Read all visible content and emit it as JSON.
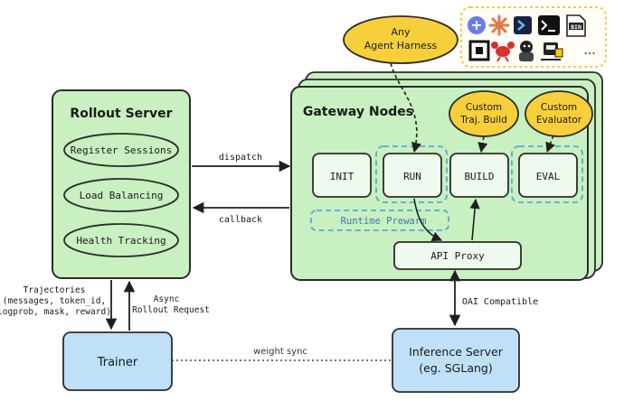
{
  "rollout_server": {
    "title": "Rollout Server",
    "items": [
      "Register Sessions",
      "Load Balancing",
      "Health Tracking"
    ]
  },
  "gateway": {
    "title": "Gateway Nodes",
    "stages": [
      "INIT",
      "RUN",
      "BUILD",
      "EVAL"
    ],
    "prewarm": "Runtime Prewarm",
    "api_proxy": "API Proxy"
  },
  "custom": {
    "agent_harness": [
      "Any",
      "Agent Harness"
    ],
    "traj_build": [
      "Custom",
      "Traj. Build"
    ],
    "evaluator": [
      "Custom",
      "Evaluator"
    ]
  },
  "edges": {
    "dispatch": "dispatch",
    "callback": "callback",
    "trajectories": [
      "Trajectories",
      "(messages, token_id,",
      "logprob, mask, reward)"
    ],
    "async_rollout": [
      "Async",
      "Rollout Request"
    ],
    "oai_compatible": "OAI Compatible",
    "weight_sync": "weight sync"
  },
  "trainer": {
    "label": "Trainer"
  },
  "inference": {
    "label": [
      "Inference Server",
      "(eg. SGLang)"
    ]
  },
  "harness_icons": {
    "names": [
      "cursor-icon",
      "claude-icon",
      "vscode-icon",
      "terminal-icon",
      "bin-icon",
      "box-icon",
      "lobster-icon",
      "avatar-icon",
      "robot-icon"
    ],
    "more": "..."
  },
  "colors": {
    "green": "#c8f0c0",
    "green_border": "#2c2c2c",
    "blue": "#bfe0f7",
    "yellow": "#f7cf3a",
    "dash_blue": "#5aa8d8"
  }
}
